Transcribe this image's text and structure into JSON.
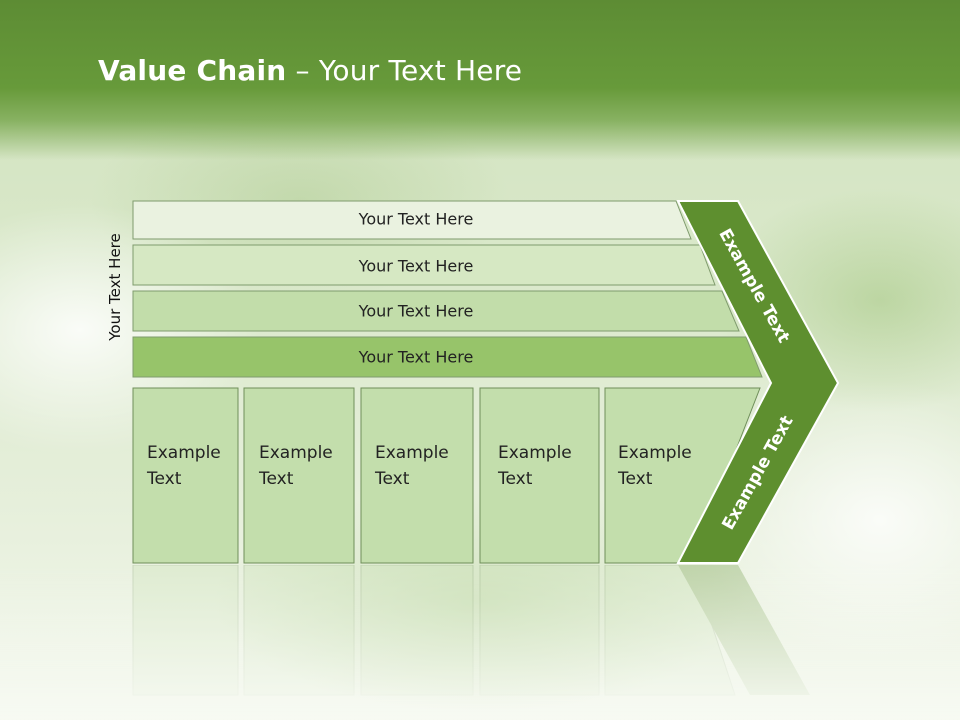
{
  "slide": {
    "title_bold": "Value Chain",
    "title_rest": " – Your Text Here",
    "side_label": "Your Text Here"
  },
  "bars": [
    {
      "label": "Your Text Here",
      "fill": "#eaf2e0"
    },
    {
      "label": "Your Text Here",
      "fill": "#d6e8c3"
    },
    {
      "label": "Your Text Here",
      "fill": "#c2ddaa"
    },
    {
      "label": "Your Text Here",
      "fill": "#97c46a"
    }
  ],
  "cells": [
    {
      "line1": "Example",
      "line2": "Text"
    },
    {
      "line1": "Example",
      "line2": "Text"
    },
    {
      "line1": "Example",
      "line2": "Text"
    },
    {
      "line1": "Example",
      "line2": "Text"
    },
    {
      "line1": "Example",
      "line2": "Text"
    }
  ],
  "arrow": {
    "upper_label": "Example Text",
    "lower_label": "Example Text",
    "fill": "#5e8f2f"
  },
  "colors": {
    "header": "#679a3a",
    "cell_fill": "#c3deac",
    "cell_border": "#6f8f5a"
  }
}
